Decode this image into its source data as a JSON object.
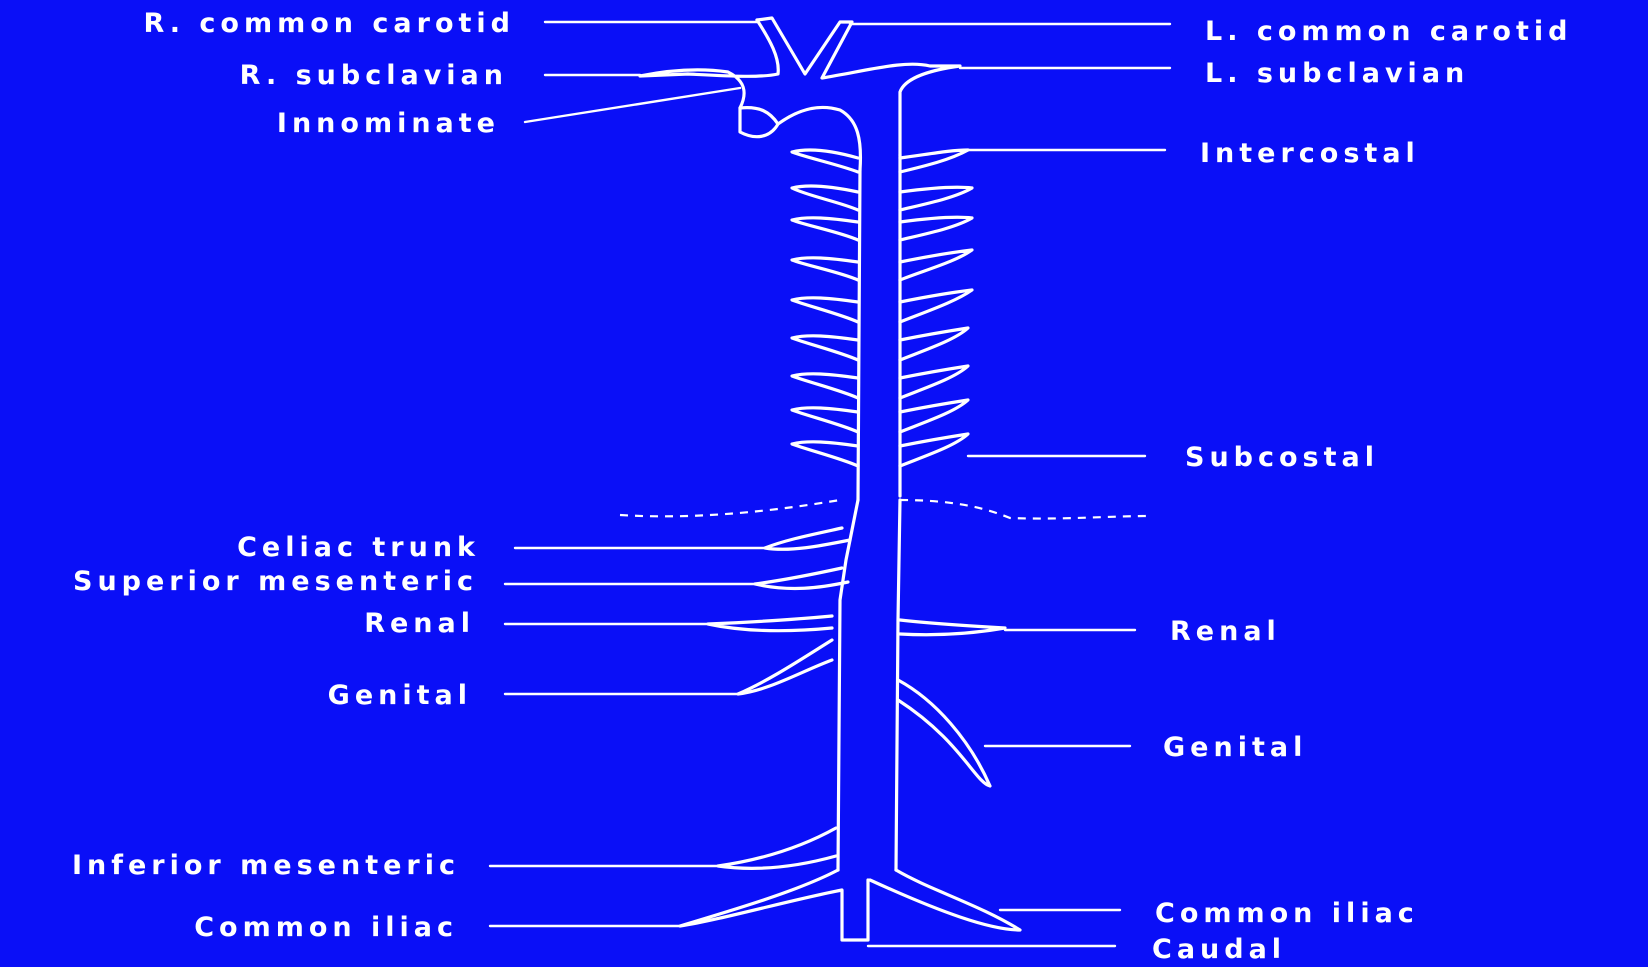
{
  "colors": {
    "background": "#0a0ff7",
    "ink": "#ffffff"
  },
  "labels": {
    "r_common_carotid": "R. common carotid",
    "l_common_carotid": "L. common carotid",
    "r_subclavian": "R. subclavian",
    "l_subclavian": "L. subclavian",
    "innominate": "Innominate",
    "intercostal": "Intercostal",
    "subcostal": "Subcostal",
    "celiac_trunk": "Celiac trunk",
    "superior_mesenteric": "Superior mesenteric",
    "renal_left_side": "Renal",
    "renal_right_side": "Renal",
    "genital_left_side": "Genital",
    "genital_right_side": "Genital",
    "inferior_mesenteric": "Inferior mesenteric",
    "common_iliac_left_side": "Common iliac",
    "common_iliac_right_side": "Common iliac",
    "caudal": "Caudal"
  }
}
